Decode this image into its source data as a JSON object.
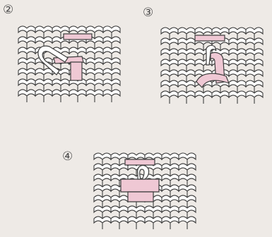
{
  "steps": [
    {
      "label": "②"
    },
    {
      "label": "③"
    },
    {
      "label": "④"
    }
  ],
  "colors": {
    "background": "#eeeae6",
    "outline": "#3e3e3e",
    "yarn": "#efc8d4",
    "yarn_dark": "#d6a3b4",
    "stitch_fill": "#ffffff"
  }
}
